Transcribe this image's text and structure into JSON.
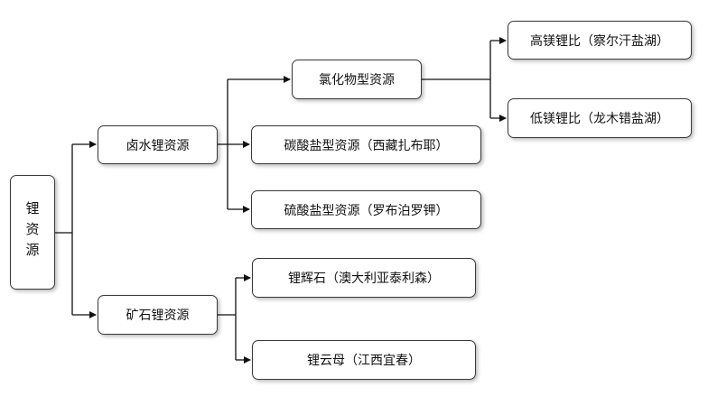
{
  "diagram": {
    "root": "锂资源",
    "brine": {
      "label": "卤水锂资源",
      "chloride": {
        "label": "氯化物型资源",
        "high_mg": "高镁锂比（察尔汗盐湖）",
        "low_mg": "低镁锂比（龙木错盐湖）"
      },
      "carbonate": "碳酸盐型资源（西藏扎布耶）",
      "sulfate": "硫酸盐型资源（罗布泊罗钾）"
    },
    "ore": {
      "label": "矿石锂资源",
      "spodumene": "锂辉石（澳大利亚泰利森）",
      "lepidolite": "锂云母（江西宜春）"
    }
  }
}
